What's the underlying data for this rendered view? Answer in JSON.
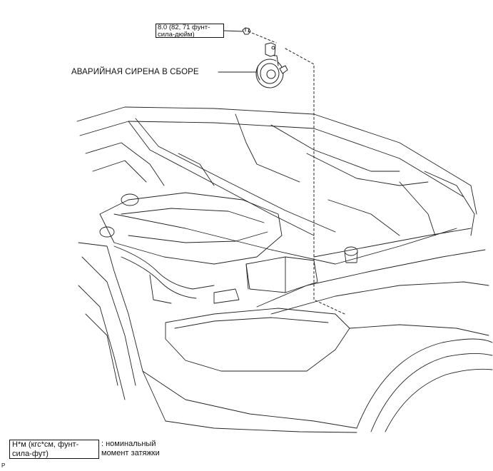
{
  "torque_spec": {
    "line1": "8.0 (82, 71 фунт-",
    "line2": "сила-дюйм)"
  },
  "part_label": "АВАРИЙНАЯ СИРЕНА В СБОРЕ",
  "legend": {
    "unit_line1": "Н*м (кгс*см, фунт-",
    "unit_line2": "сила-фут)",
    "desc_line1": ": номинальный",
    "desc_line2": "момент затяжки"
  },
  "ref_code": "P"
}
